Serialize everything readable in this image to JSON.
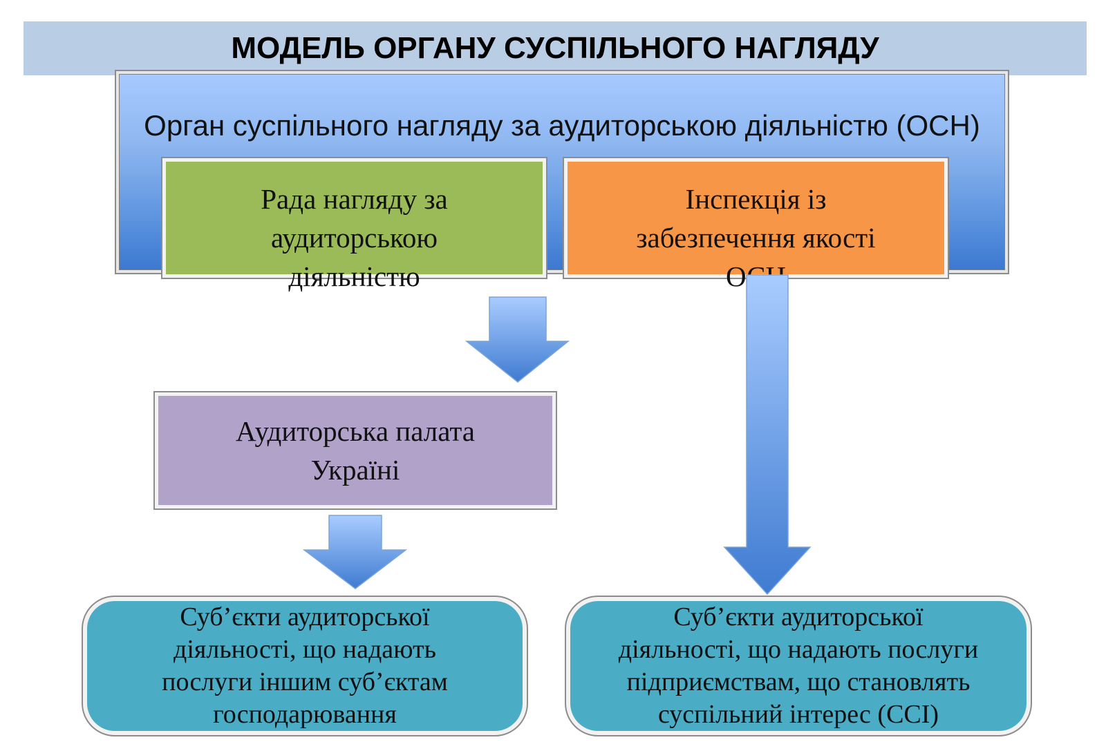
{
  "title": "МОДЕЛЬ ОРГАНУ СУСПІЛЬНОГО НАГЛЯДУ",
  "osn": {
    "label": "Орган суспільного нагляду за аудиторською діяльністю (ОСН)"
  },
  "council": {
    "label": "Рада нагляду за\nаудиторською\nдіяльністю"
  },
  "inspection": {
    "label": "Інспекція із\nзабезпечення якості\nОСН"
  },
  "chamber": {
    "label": "Аудиторська палата\nУкраїні"
  },
  "entities_other": {
    "label": "Суб’єкти аудиторської\nдіяльності, що надають\nпослуги іншим суб’єктам\nгосподарювання"
  },
  "entities_pie": {
    "label": "Суб’єкти аудиторської\nдіяльності, що надають послуги\nпідприємствам, що становлять\nсуспільний інтерес (ССІ)"
  },
  "colors": {
    "title_bg": "#b9cde5",
    "osn_bg": "#8fb7f0",
    "council_bg": "#9bbb59",
    "inspection_bg": "#f79646",
    "chamber_bg": "#b1a2c9",
    "entities_bg": "#4bacc6",
    "arrow": "#5b93df"
  }
}
